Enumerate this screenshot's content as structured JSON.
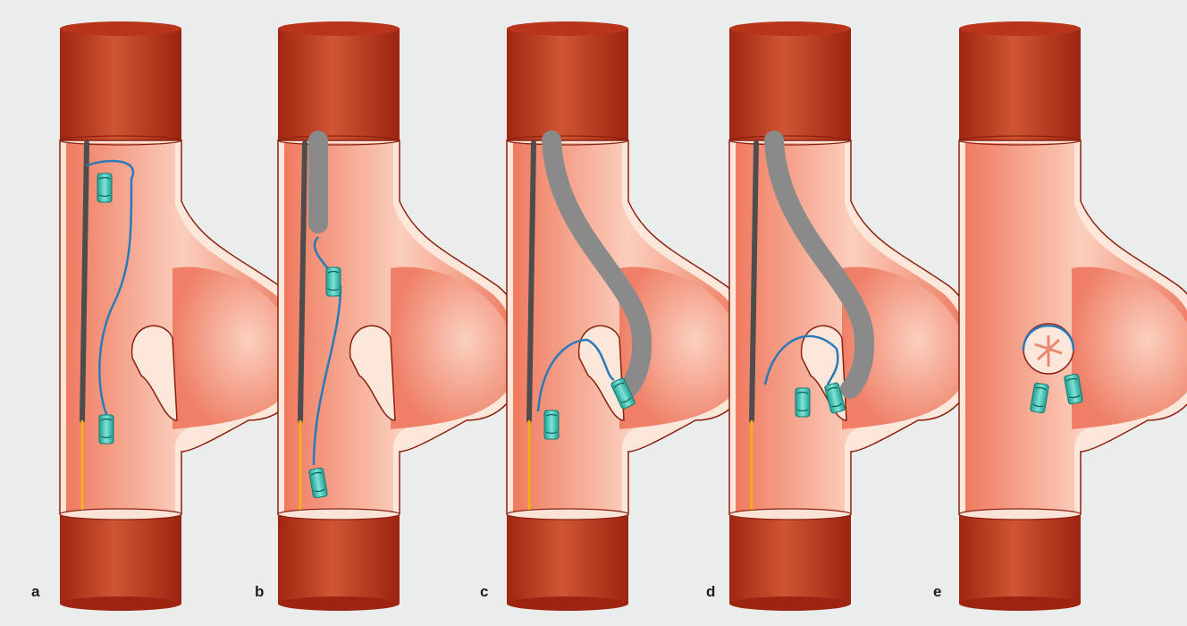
{
  "figure": {
    "background": "#ebedec",
    "colors": {
      "tissue_dark": "#a52a14",
      "tissue_mid": "#c9482a",
      "lumen_light": "#fbd2c2",
      "lumen_mid": "#f08a72",
      "wall_edge": "#8c2110",
      "mucosa_band": "#fde6da",
      "scope": "#8a8a8a",
      "catheter": "#4d4d4d",
      "guidewire": "#f2b705",
      "clip": "#2db8ac",
      "loop": "#2a7ab8"
    },
    "panels": [
      {
        "label": "a",
        "tools": [
          "catheter",
          "guidewire",
          "clip-top",
          "clip-bottom",
          "loop"
        ]
      },
      {
        "label": "b",
        "tools": [
          "catheter",
          "guidewire",
          "scope",
          "clip-mid",
          "clip-bottom",
          "loop"
        ]
      },
      {
        "label": "c",
        "tools": [
          "catheter",
          "guidewire",
          "scope",
          "clip-diverticulum",
          "clip-bottom",
          "loop"
        ]
      },
      {
        "label": "d",
        "tools": [
          "catheter",
          "guidewire",
          "scope",
          "two-clips",
          "loop"
        ]
      },
      {
        "label": "e",
        "tools": [
          "closed-diverticulum",
          "two-clips",
          "loop"
        ]
      }
    ]
  }
}
